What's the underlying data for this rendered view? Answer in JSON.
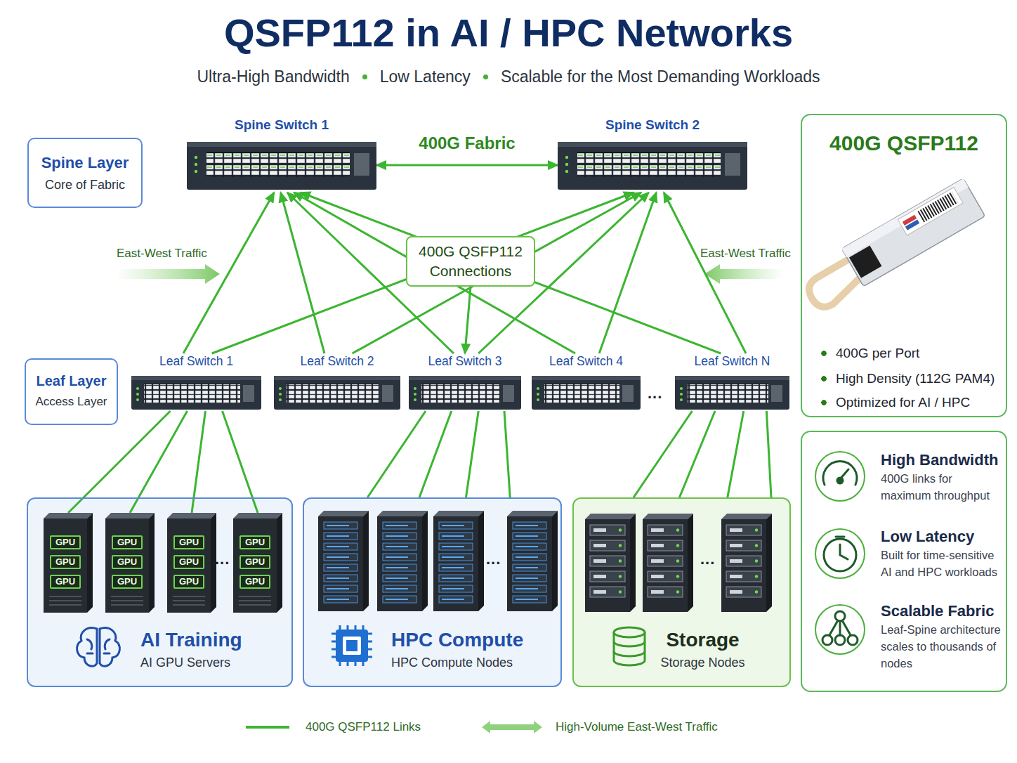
{
  "diagram": {
    "title": "QSFP112 in AI / HPC Networks",
    "nodes": [
      {
        "text": [
          "Spine Layer",
          "Core of Fabric"
        ]
      },
      {
        "text": [
          "Spine Switch 1"
        ]
      },
      {
        "text": [
          "Spine Switch 2"
        ]
      },
      {
        "text": [
          "400G QSFP112 Connections"
        ]
      },
      {
        "text": [
          "Leaf Layer",
          "Access Layer"
        ]
      },
      {
        "text": [
          "Leaf Switch 1"
        ]
      },
      {
        "text": [
          "Leaf Switch 2"
        ]
      },
      {
        "text": [
          "Leaf Switch 3"
        ]
      },
      {
        "text": [
          "Leaf Switch 4"
        ]
      },
      {
        "text": [
          "Leaf Switch N"
        ]
      },
      {
        "text": [
          "AI Training",
          "AI GPU Servers"
        ]
      },
      {
        "text": [
          "GPU",
          "GPU",
          "GPU"
        ],
        "in": 10
      },
      {
        "text": [
          "GPU",
          "GPU",
          "GPU"
        ],
        "in": 10
      },
      {
        "text": [
          "GPU",
          "GPU",
          "GPU"
        ],
        "in": 10
      },
      {
        "text": [
          "GPU",
          "GPU",
          "GPU"
        ],
        "in": 10
      },
      {
        "text": [
          "HPC Compute",
          "HPC Compute Nodes"
        ]
      },
      {
        "text": [
          "Storage",
          "Storage Nodes"
        ]
      },
      {
        "text": [
          "400G QSFP112",
          "400G per Port",
          "High Density (112G PAM4)",
          "Optimized for AI / HPC"
        ]
      },
      {
        "text": [
          "High Bandwidth",
          "400G links for maximum throughput",
          "Low Latency",
          "Built for time-sensitive AI and HPC workloads",
          "Scalable Fabric",
          "Leaf-Spine architecture scales to thousands of nodes"
        ]
      }
    ],
    "edges": [
      {
        "from": 1,
        "to": 2,
        "label": "400G Fabric",
        "arrow": "both"
      },
      {
        "from": 5,
        "to": 1,
        "arrow": "to"
      },
      {
        "from": 6,
        "to": 1,
        "arrow": "to"
      },
      {
        "from": 7,
        "to": 1,
        "arrow": "to"
      },
      {
        "from": 8,
        "to": 1,
        "arrow": "to"
      },
      {
        "from": 9,
        "to": 1,
        "arrow": "to"
      },
      {
        "from": 5,
        "to": 2,
        "arrow": "to"
      },
      {
        "from": 6,
        "to": 2,
        "arrow": "to"
      },
      {
        "from": 7,
        "to": 2,
        "arrow": "to"
      },
      {
        "from": 8,
        "to": 2,
        "arrow": "to"
      },
      {
        "from": 9,
        "to": 2,
        "arrow": "to"
      },
      {
        "from": 3,
        "to": 7,
        "arrow": "to"
      },
      {
        "from": 5,
        "to": 11,
        "arrow": "none"
      },
      {
        "from": 5,
        "to": 12,
        "arrow": "none"
      },
      {
        "from": 5,
        "to": 13,
        "arrow": "none"
      },
      {
        "from": 5,
        "to": 14,
        "arrow": "none"
      },
      {
        "from": 7,
        "to": 15,
        "arrow": "none"
      },
      {
        "from": 7,
        "to": 15,
        "arrow": "none"
      },
      {
        "from": 7,
        "to": 15,
        "arrow": "none"
      },
      {
        "from": 7,
        "to": 15,
        "arrow": "none"
      },
      {
        "from": 9,
        "to": 16,
        "arrow": "none"
      },
      {
        "from": 9,
        "to": 16,
        "arrow": "none"
      },
      {
        "from": 9,
        "to": 16,
        "arrow": "none"
      },
      {
        "from": 9,
        "to": 16,
        "arrow": "none"
      }
    ],
    "labels": [
      "Ultra-High Bandwidth",
      "Low Latency",
      "Scalable for the Most Demanding Workloads",
      "East-West Traffic",
      "East-West Traffic",
      "...",
      "...",
      "...",
      "..."
    ],
    "legend": [
      {
        "text": "400G QSFP112 Links"
      },
      {
        "text": "High-Volume East-West Traffic"
      }
    ]
  }
}
